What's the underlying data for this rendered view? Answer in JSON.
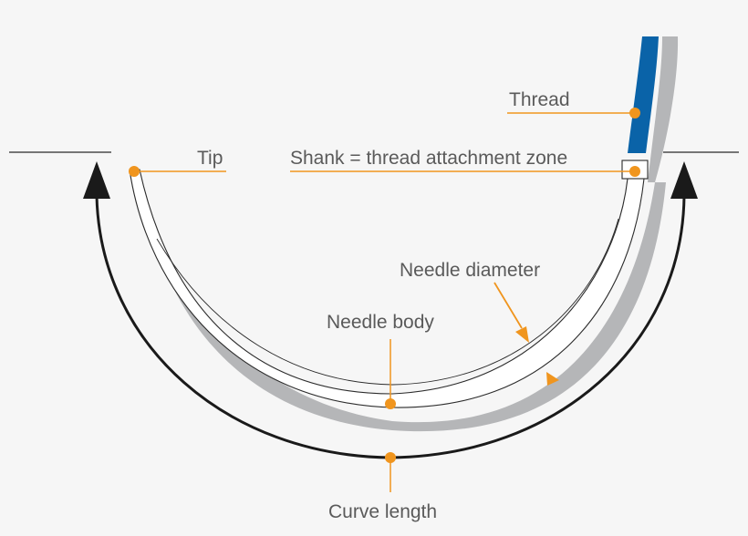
{
  "labels": {
    "thread": "Thread",
    "tip": "Tip",
    "shank": "Shank = thread attachment zone",
    "needle_diameter": "Needle diameter",
    "needle_body": "Needle body",
    "curve_length": "Curve length"
  },
  "colors": {
    "background": "#f6f6f6",
    "accent_orange": "#f0951e",
    "thread_blue": "#0a63a8",
    "shadow_gray": "#b5b6b8",
    "outline_dark": "#2b2b2b",
    "arrow_black": "#1a1a1a",
    "label_text": "#5a5a5a"
  }
}
